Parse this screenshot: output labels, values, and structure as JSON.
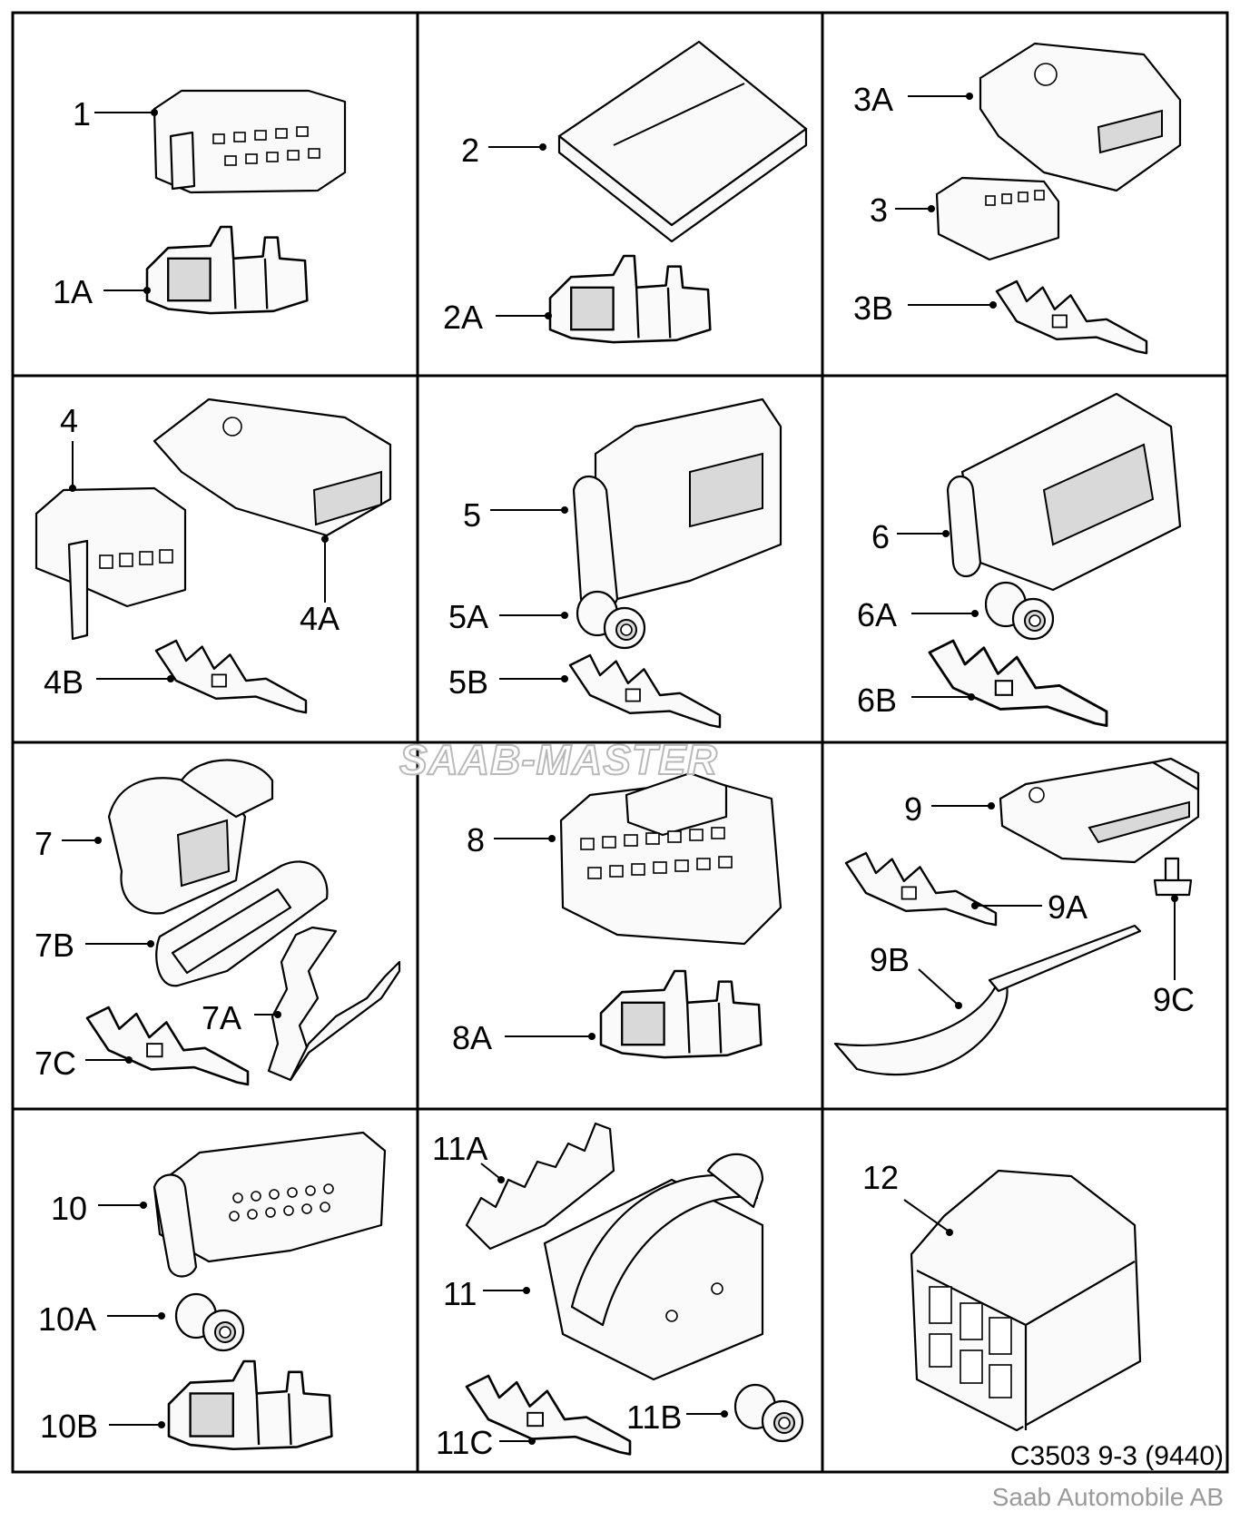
{
  "watermark": "SAAB-MASTER",
  "reference_code": "C3503 9-3 (9440)",
  "credit": "Saab Automobile AB",
  "labels": {
    "l1": "1",
    "l1A": "1A",
    "l2": "2",
    "l2A": "2A",
    "l3A": "3A",
    "l3": "3",
    "l3B": "3B",
    "l4": "4",
    "l4A": "4A",
    "l4B": "4B",
    "l5": "5",
    "l5A": "5A",
    "l5B": "5B",
    "l6": "6",
    "l6A": "6A",
    "l6B": "6B",
    "l7": "7",
    "l7B": "7B",
    "l7A": "7A",
    "l7C": "7C",
    "l8": "8",
    "l8A": "8A",
    "l9": "9",
    "l9A": "9A",
    "l9B": "9B",
    "l9C": "9C",
    "l10": "10",
    "l10A": "10A",
    "l10B": "10B",
    "l11A": "11A",
    "l11": "11",
    "l11B": "11B",
    "l11C": "11C",
    "l12": "12"
  },
  "colors": {
    "line": "#000000",
    "background": "#ffffff",
    "credit_text": "#9a9a9a"
  }
}
